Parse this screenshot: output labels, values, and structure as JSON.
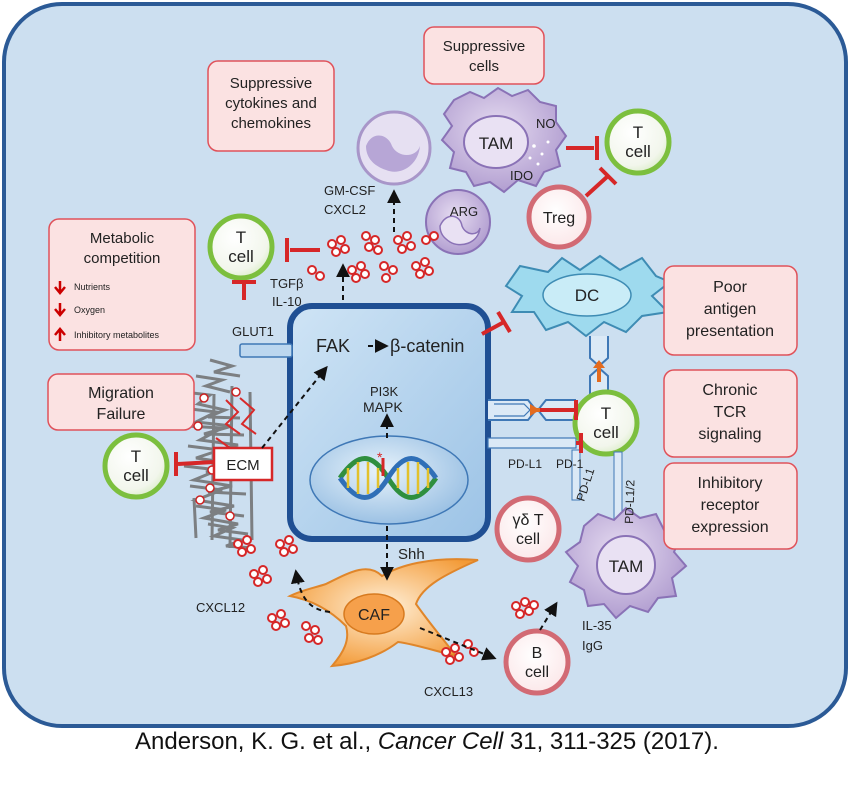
{
  "boxes": {
    "suppressive_cytokines": [
      "Suppressive",
      "cytokines and",
      "chemokines"
    ],
    "suppressive_cells": [
      "Suppressive",
      "cells"
    ],
    "metabolic": [
      "Metabolic",
      "competition"
    ],
    "metabolic_items": [
      "Nutrients",
      "Oxygen",
      "Inhibitory metabolites"
    ],
    "migration": [
      "Migration",
      "Failure"
    ],
    "poor_antigen": [
      "Poor",
      "antigen",
      "presentation"
    ],
    "chronic_tcr": [
      "Chronic",
      "TCR",
      "signaling"
    ],
    "inhibitory_receptor": [
      "Inhibitory",
      "receptor",
      "expression"
    ]
  },
  "labels": {
    "gmcsf": "GM-CSF",
    "cxcl2": "CXCL2",
    "tgfb": "TGFβ",
    "il10": "IL-10",
    "glut1": "GLUT1",
    "fak": "FAK",
    "bcatenin": "β-catenin",
    "pi3k": "PI3K",
    "mapk": "MAPK",
    "shh": "Shh",
    "cxcl12": "CXCL12",
    "cxcl13": "CXCL13",
    "pdl1_h": "PD-L1",
    "pd1": "PD-1",
    "pdl1_v": "PD-L1",
    "pdl12_v": "PD-L1/2",
    "il35": "IL-35",
    "igg": "IgG",
    "ecm": "ECM"
  },
  "cells": {
    "tam_top": "TAM",
    "no": "NO",
    "ido": "IDO",
    "arg": "ARG",
    "treg": "Treg",
    "dc": "DC",
    "caf": "CAF",
    "tam_bottom": "TAM",
    "gd_t": [
      "γδ T",
      "cell"
    ],
    "b_cell": [
      "B",
      "cell"
    ],
    "t_cell": [
      "T",
      "cell"
    ]
  },
  "citation": {
    "authors": "Anderson, K. G. et al., ",
    "journal": "Cancer Cell",
    "rest": " 31, 311-325 (2017)."
  },
  "colors": {
    "background_panel": "#ccdff0",
    "panel_border": "#2b5a96",
    "box_fill": "#fbe2e2",
    "box_border": "#e0525a",
    "inhibit": "#d62728",
    "t_cell_ring": "#7cbf3e",
    "tumor_cell": "#9fc6e6",
    "caf": "#f5a84a",
    "tam": "#b9a3d6",
    "dc": "#8ed3ea"
  }
}
